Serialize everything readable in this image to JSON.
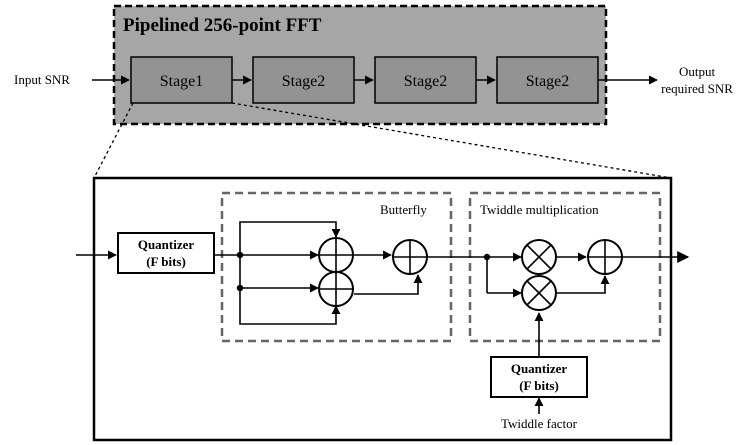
{
  "pipeline": {
    "title": "Pipelined 256-point FFT",
    "input_label": "Input SNR",
    "output_label_line1": "Output",
    "output_label_line2": "required SNR",
    "stages": [
      "Stage1",
      "Stage2",
      "Stage2",
      "Stage2"
    ]
  },
  "detail": {
    "quantizer_in_line1": "Quantizer",
    "quantizer_in_line2": "(F bits)",
    "butterfly_label": "Butterfly",
    "twiddle_mult_label": "Twiddle multiplication",
    "quantizer_tw_line1": "Quantizer",
    "quantizer_tw_line2": "(F bits)",
    "twiddle_factor_label": "Twiddle factor"
  },
  "colors": {
    "pipeline_background": "#a6a6a6",
    "stage_fill": "#939393",
    "dashed_border": "#666666",
    "line": "#000000"
  }
}
